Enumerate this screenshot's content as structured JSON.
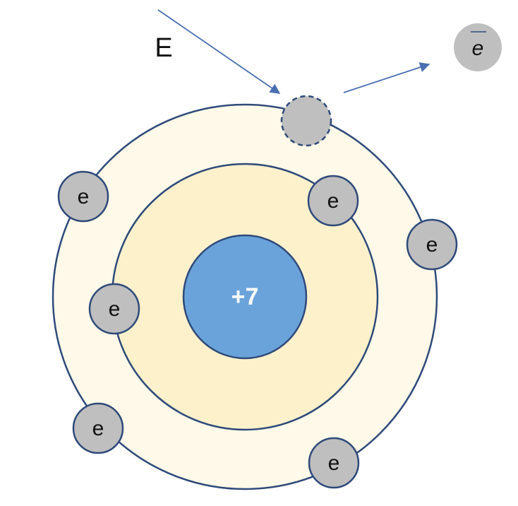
{
  "diagram": {
    "nucleus": {
      "label": "+7"
    },
    "energy_label": "E",
    "electron_label": "e",
    "emitted_electron_label": "e",
    "colors": {
      "outer_shell_fill": "#fef9e8",
      "inner_shell_fill": "#fdf1cc",
      "shell_stroke": "#2f4a7a",
      "nucleus_fill": "#6aa3da",
      "electron_fill": "#bfbfbf",
      "arrow": "#4a6fb0"
    }
  }
}
